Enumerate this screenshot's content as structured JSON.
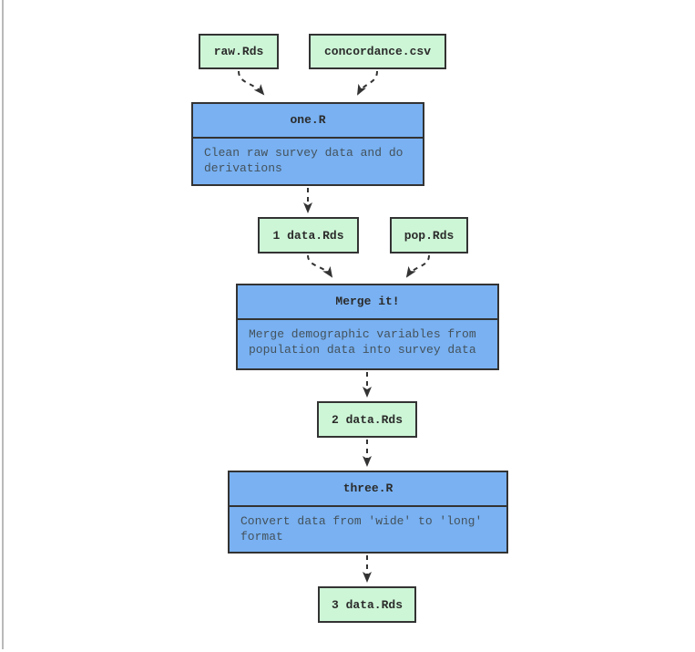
{
  "diagram": {
    "type": "pipeline-flowchart",
    "nodes": [
      {
        "id": "raw-rds",
        "type": "data",
        "label": "raw.Rds"
      },
      {
        "id": "concordance-csv",
        "type": "data",
        "label": "concordance.csv"
      },
      {
        "id": "one-r",
        "type": "script",
        "label": "one.R",
        "description": "Clean raw survey data and do derivations"
      },
      {
        "id": "1-data-rds",
        "type": "data",
        "label": "1 data.Rds"
      },
      {
        "id": "pop-rds",
        "type": "data",
        "label": "pop.Rds"
      },
      {
        "id": "merge-it",
        "type": "script",
        "label": "Merge it!",
        "description": "Merge demographic variables from population data into survey data"
      },
      {
        "id": "2-data-rds",
        "type": "data",
        "label": "2 data.Rds"
      },
      {
        "id": "three-r",
        "type": "script",
        "label": "three.R",
        "description": "Convert data from 'wide' to 'long' format"
      },
      {
        "id": "3-data-rds",
        "type": "data",
        "label": "3 data.Rds"
      }
    ],
    "edges": [
      {
        "from": "raw-rds",
        "to": "one-r"
      },
      {
        "from": "concordance-csv",
        "to": "one-r"
      },
      {
        "from": "one-r",
        "to": "1-data-rds"
      },
      {
        "from": "1-data-rds",
        "to": "merge-it"
      },
      {
        "from": "pop-rds",
        "to": "merge-it"
      },
      {
        "from": "merge-it",
        "to": "2-data-rds"
      },
      {
        "from": "2-data-rds",
        "to": "three-r"
      },
      {
        "from": "three-r",
        "to": "3-data-rds"
      }
    ],
    "colors": {
      "data_fill": "#cdf6d6",
      "script_fill": "#79b1f2",
      "node_border": "#333333",
      "edge": "#333333",
      "label_text": "#2b2b2b",
      "description_text": "#44525c",
      "page_edge_line": "#b9b9b9"
    }
  }
}
